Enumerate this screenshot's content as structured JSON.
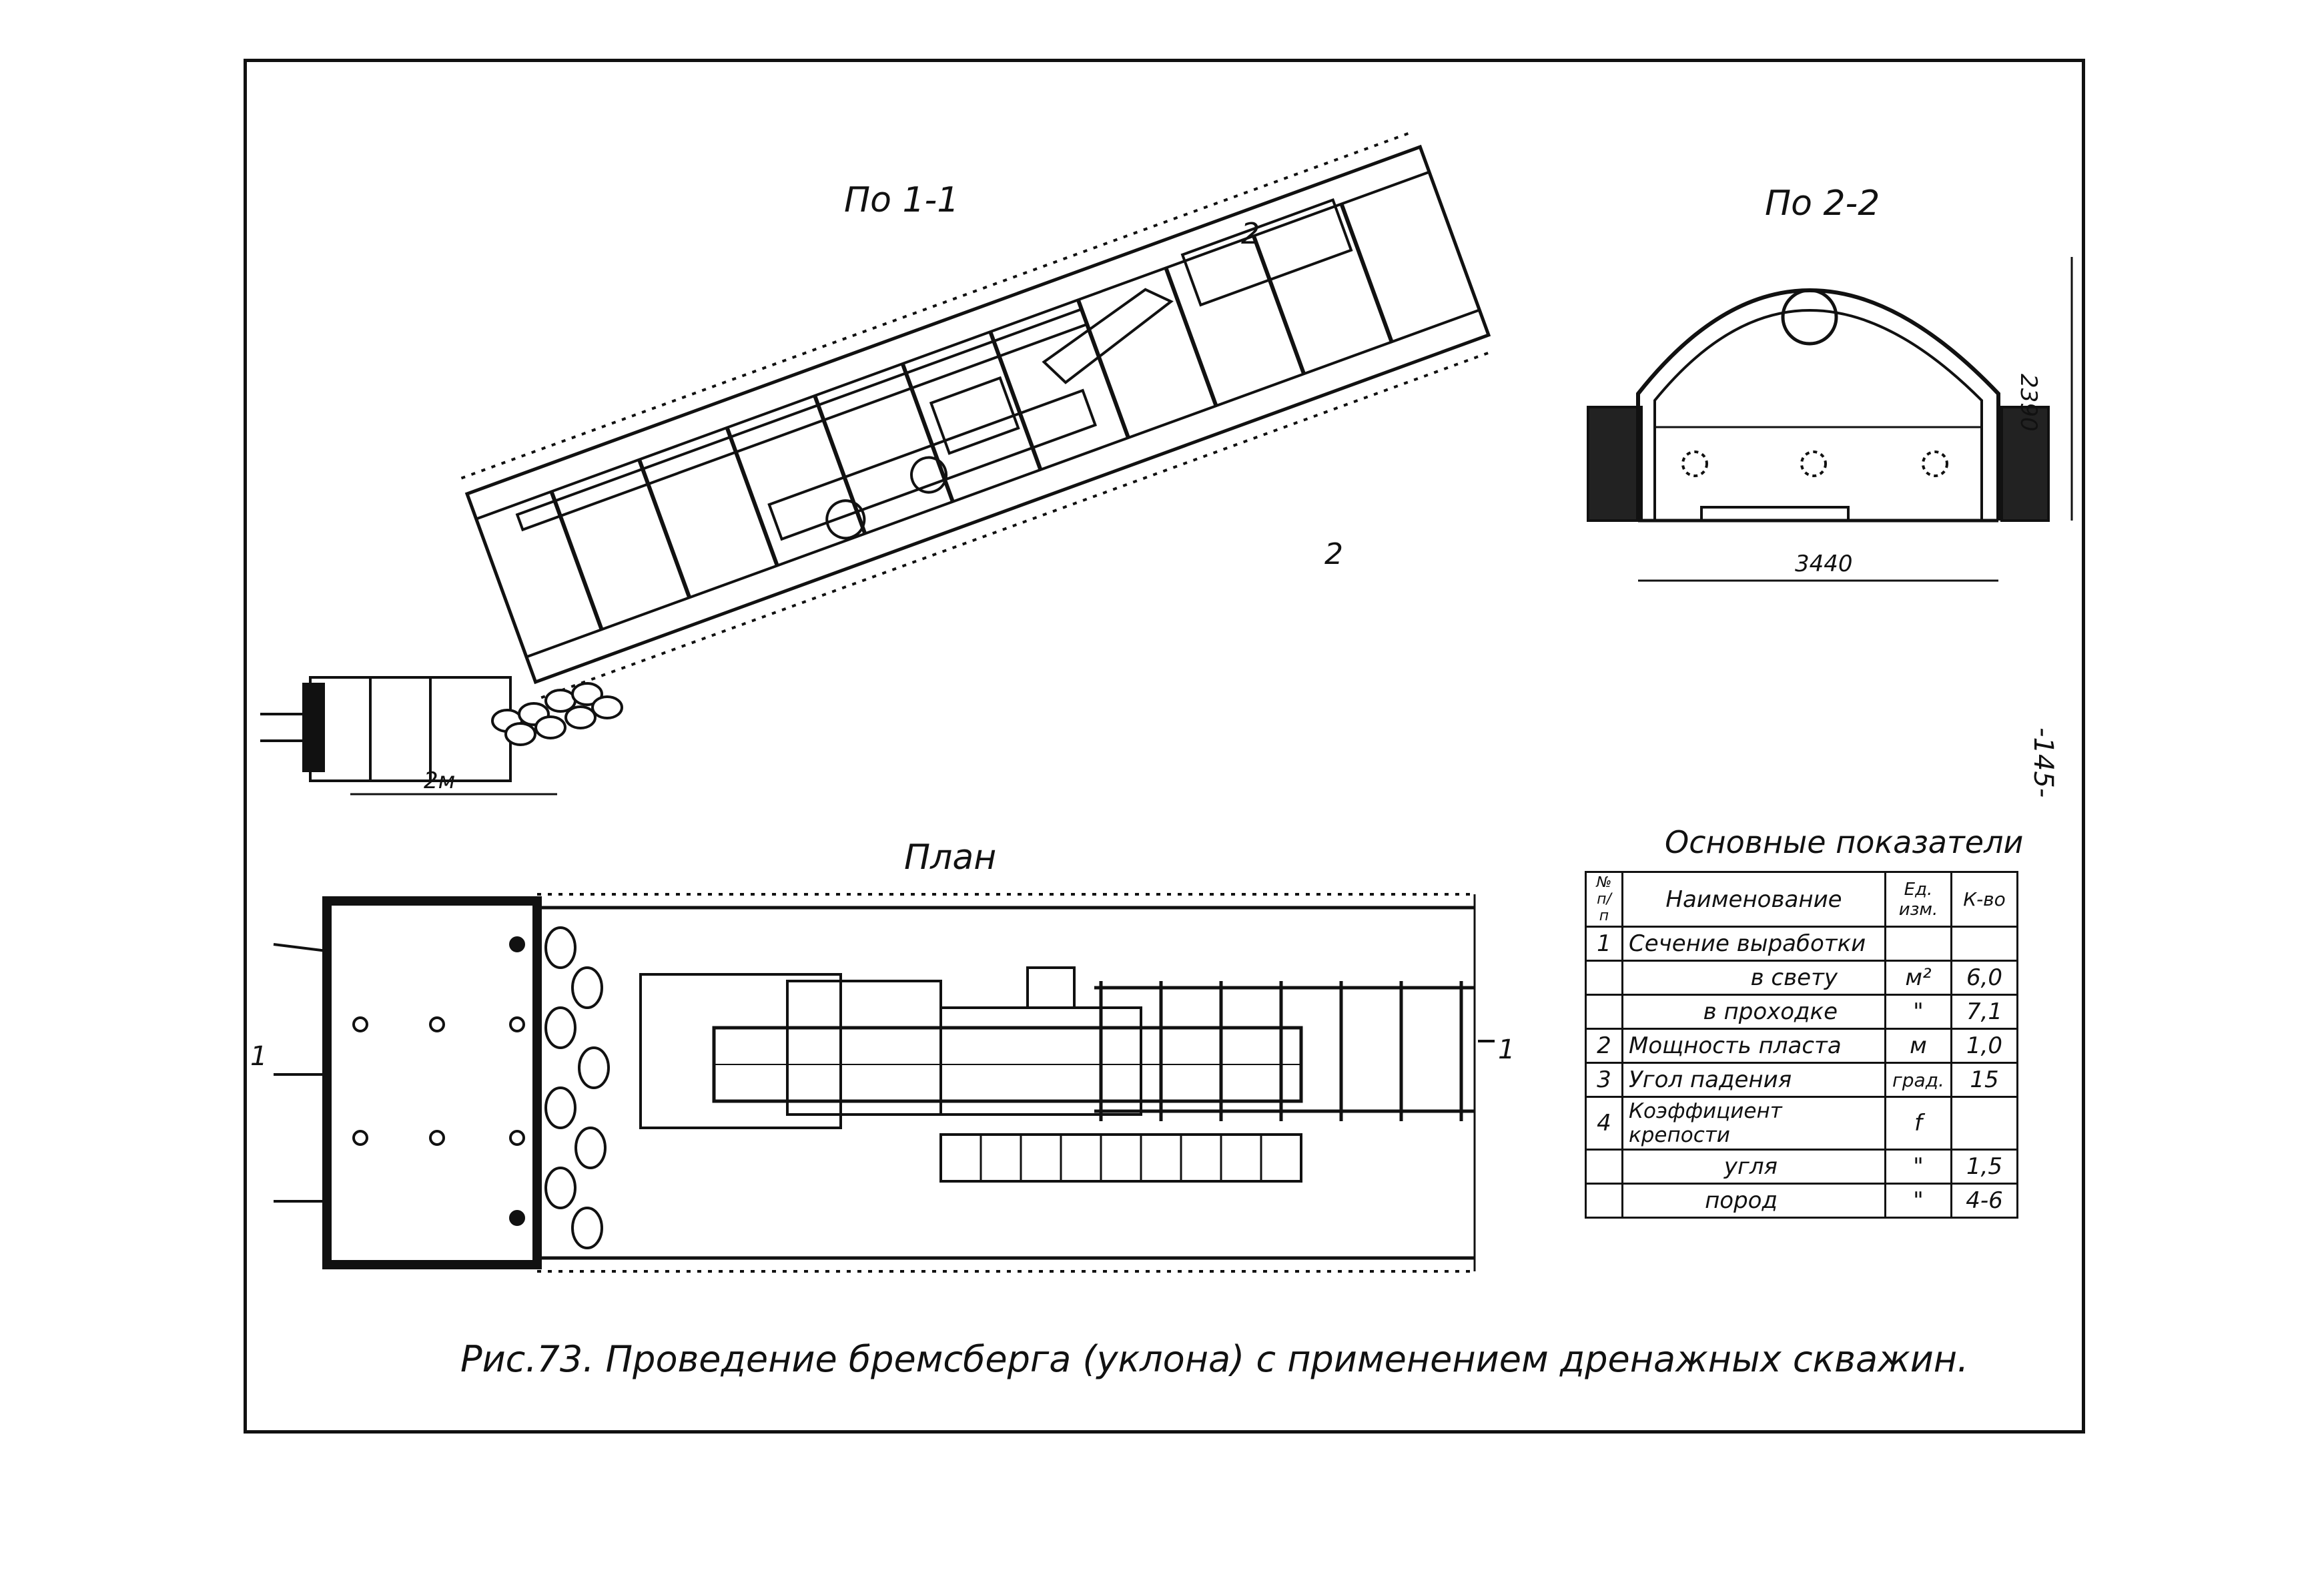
{
  "page": {
    "side_page_number": "-145-"
  },
  "views": {
    "section_1_title": "По 1-1",
    "section_2_title": "По 2-2",
    "plan_title": "План",
    "cut_marks": {
      "mark_2_top": "2",
      "mark_2_bottom": "2",
      "mark_1_left": "1",
      "mark_1_right": "1"
    },
    "dimensions": {
      "length_2m": "2м",
      "width_3440": "3440",
      "height_2390": "2390"
    }
  },
  "table": {
    "title": "Основные показатели",
    "headers": {
      "num": "№ п/п",
      "name": "Наименование",
      "unit": "Ед. изм.",
      "qty": "К-во"
    },
    "rows": [
      {
        "num": "1",
        "name": "Сечение выработки",
        "unit": "",
        "qty": "",
        "indent": 0
      },
      {
        "num": "",
        "name": "в свету",
        "unit": "м²",
        "qty": "6,0",
        "indent": 2
      },
      {
        "num": "",
        "name": "в проходке",
        "unit": "\"",
        "qty": "7,1",
        "indent": 2
      },
      {
        "num": "2",
        "name": "Мощность пласта",
        "unit": "м",
        "qty": "1,0",
        "indent": 0
      },
      {
        "num": "3",
        "name": "Угол падения",
        "unit": "град.",
        "qty": "15",
        "indent": 0
      },
      {
        "num": "4",
        "name": "Коэффициент крепости",
        "unit": "f",
        "qty": "",
        "indent": 0
      },
      {
        "num": "",
        "name": "угля",
        "unit": "\"",
        "qty": "1,5",
        "indent": 1
      },
      {
        "num": "",
        "name": "пород",
        "unit": "\"",
        "qty": "4-6",
        "indent": 1
      }
    ]
  },
  "caption": "Рис.73. Проведение бремсберга (уклона) с применением дренажных скважин."
}
